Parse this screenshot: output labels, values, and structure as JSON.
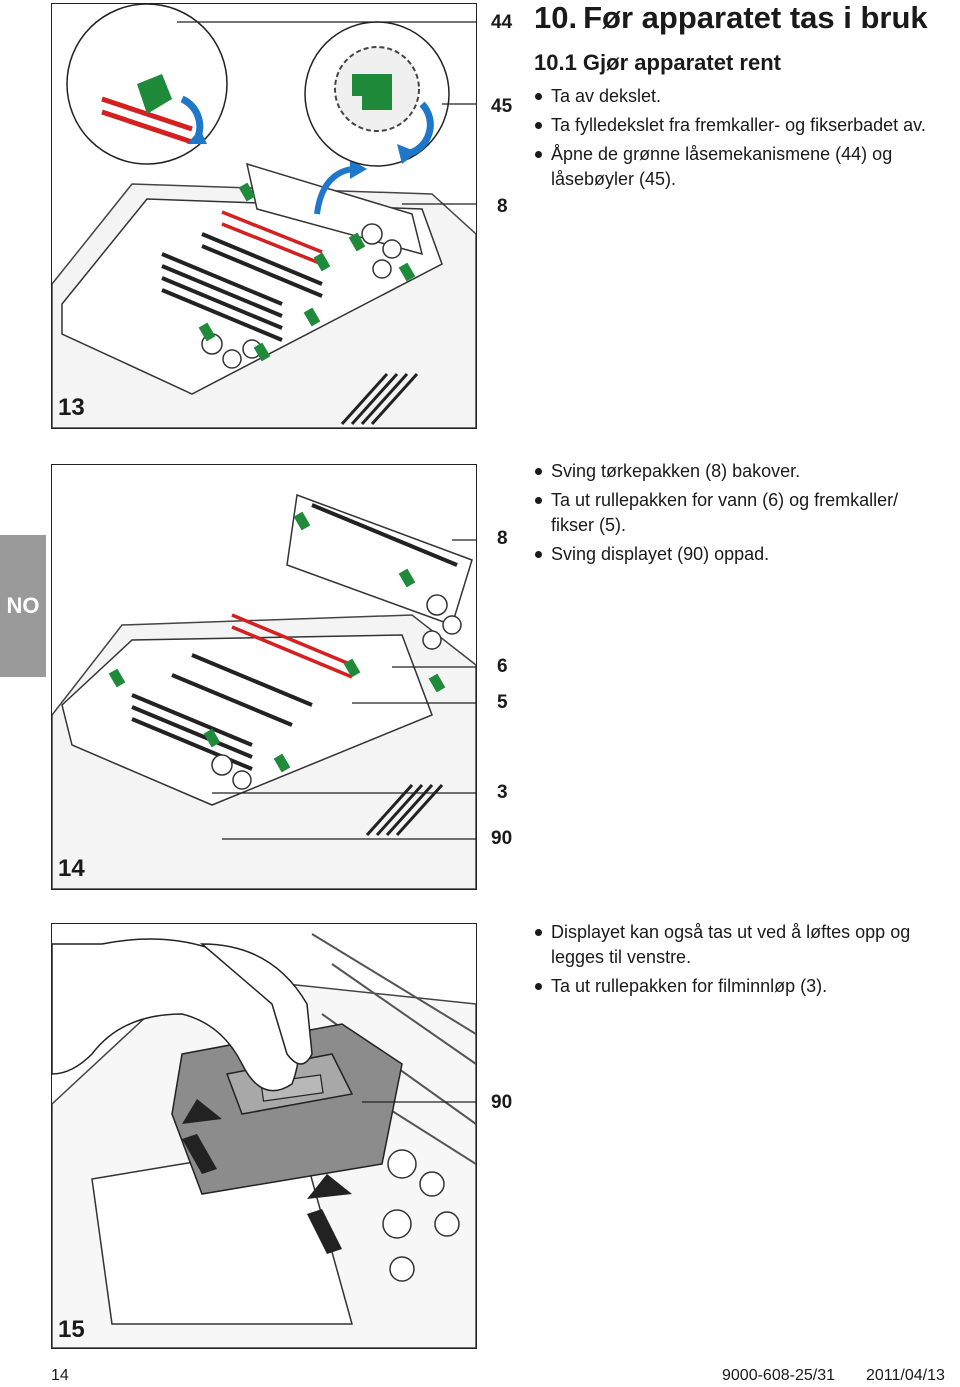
{
  "section": {
    "number": "10.",
    "title": "Før apparatet tas i bruk"
  },
  "subsection": {
    "title": "10.1 Gjør apparatet rent"
  },
  "steps1": [
    "Ta av dekslet.",
    "Ta fylledekslet fra fremkaller- og fikserbadet av.",
    "Åpne de grønne låsemekanismene (44) og låsebøyler (45)."
  ],
  "steps2": [
    "Sving tørkepakken (8) bakover.",
    "Ta ut rullepakken for vann (6) og fremkaller/ fikser (5).",
    "Sving displayet (90) oppad."
  ],
  "steps3": [
    "Displayet kan også tas ut ved å løftes opp og legges til venstre.",
    "Ta ut rullepakken for filminnløp (3)."
  ],
  "figures": {
    "f13": {
      "number": "13",
      "callouts": [
        "44",
        "45",
        "8"
      ]
    },
    "f14": {
      "number": "14",
      "callouts": [
        "8",
        "6",
        "5",
        "3",
        "90"
      ]
    },
    "f15": {
      "number": "15",
      "callouts": [
        "90"
      ]
    }
  },
  "language_tab": "NO",
  "footer": {
    "page": "14",
    "doc": "9000-608-25/31",
    "date": "2011/04/13"
  },
  "colors": {
    "accent_green": "#1f8a3a",
    "roller_red": "#d42020",
    "arrow_blue": "#1f77c9",
    "tab_gray": "#9a9a9a"
  }
}
